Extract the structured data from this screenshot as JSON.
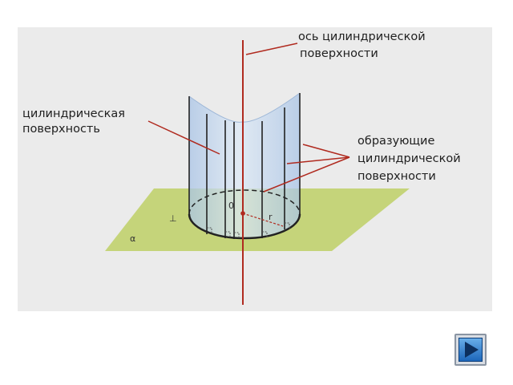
{
  "labels": {
    "axis": [
      "ось цилиндрической",
      "поверхности"
    ],
    "surface": [
      "цилиндрическая",
      "поверхность"
    ],
    "generators": [
      "образующие",
      "цилиндрической",
      "поверхности"
    ]
  },
  "symbols": {
    "center": "0",
    "radius": "r",
    "perpendicular": "⊥",
    "plane": "α"
  },
  "icons": {
    "next_button": "play-arrow-icon"
  },
  "colors": {
    "plane": "#c5d47a",
    "cylinder": "#b3cdea",
    "axis": "#b02a1f",
    "pointer": "#b02a1f",
    "button": "#2c78cc"
  }
}
